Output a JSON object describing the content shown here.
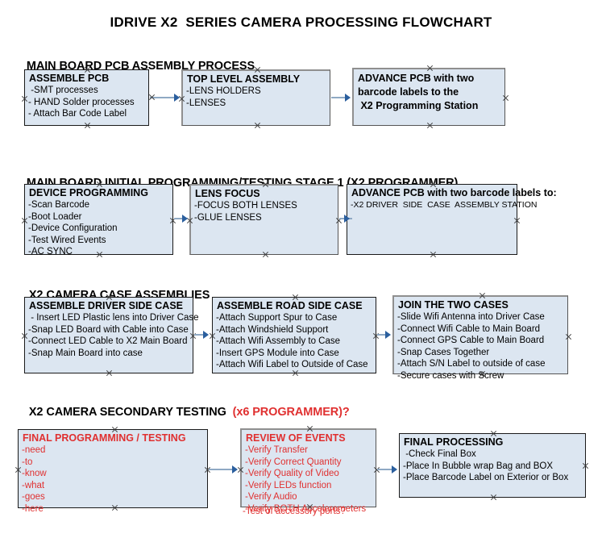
{
  "document": {
    "title": "IDRIVE X2  SERIES CAMERA PROCESSING FLOWCHART"
  },
  "colors": {
    "box_fill": "#dce6f1",
    "box_border": "#1a1a1a",
    "connector_line": "#8fa9c4",
    "arrow_head": "#2b5f9e",
    "accent_red": "#e03030",
    "text": "#000000"
  },
  "sections": [
    {
      "id": "main-board-pcb-assembly-process",
      "header": "MAIN BOARD PCB ASSEMBLY PROCESS",
      "header_accent": "",
      "boxes": [
        {
          "id": "assemble-pcb",
          "title": "ASSEMBLE PCB",
          "title_lines": [
            "ASSEMBLE PCB"
          ],
          "lines": [
            " -SMT processes",
            "- HAND Solder processes",
            "- Attach Bar Code Label"
          ]
        },
        {
          "id": "top-level-assembly",
          "title": "TOP LEVEL ASSEMBLY",
          "title_lines": [
            "TOP LEVEL ASSEMBLY"
          ],
          "lines": [
            "-LENS HOLDERS",
            "-LENSES"
          ]
        },
        {
          "id": "advance-pcb-to-x2-programming-station",
          "title": "ADVANCE PCB with two barcode labels to the  X2 Programming Station",
          "title_lines": [
            "ADVANCE PCB with two",
            "barcode labels to the",
            " X2 Programming Station"
          ],
          "lines": []
        }
      ]
    },
    {
      "id": "main-board-initial-programming-testing-stage-1",
      "header": "MAIN BOARD INITIAL PROGRAMMING/TESTING STAGE 1 (X2 PROGRAMMER)",
      "header_accent": "",
      "boxes": [
        {
          "id": "device-programming",
          "title": "DEVICE PROGRAMMING",
          "title_lines": [
            "DEVICE PROGRAMMING"
          ],
          "lines": [
            "-Scan Barcode",
            "-Boot Loader",
            "-Device Configuration",
            "-Test Wired Events",
            "-AC SYNC"
          ]
        },
        {
          "id": "lens-focus",
          "title": "LENS FOCUS",
          "title_lines": [
            "LENS FOCUS"
          ],
          "lines": [
            "-FOCUS BOTH LENSES",
            "-GLUE LENSES"
          ]
        },
        {
          "id": "advance-pcb-to-driver-side-case-assembly",
          "title": "ADVANCE PCB with two barcode labels to:",
          "title_lines": [
            "ADVANCE PCB with two barcode labels to:"
          ],
          "lines": [
            "-X2 DRIVER  SIDE  CASE  ASSEMBLY STATION"
          ]
        }
      ]
    },
    {
      "id": "x2-camera-case-assemblies",
      "header": "X2 CAMERA CASE ASSEMBLIES",
      "header_accent": "",
      "boxes": [
        {
          "id": "assemble-driver-side-case",
          "title": "ASSEMBLE DRIVER SIDE CASE",
          "title_lines": [
            "ASSEMBLE DRIVER SIDE CASE"
          ],
          "lines": [
            " - Insert LED Plastic lens into Driver Case",
            "-Snap LED Board with Cable into Case",
            "-Connect LED Cable to X2 Main Board",
            "-Snap Main Board into case"
          ]
        },
        {
          "id": "assemble-road-side-case",
          "title": "ASSEMBLE ROAD SIDE CASE",
          "title_lines": [
            "ASSEMBLE ROAD SIDE CASE"
          ],
          "lines": [
            "-Attach Support Spur to Case",
            "-Attach Windshield Support",
            "-Attach Wifi Assembly to Case",
            "-Insert GPS Module into Case",
            "-Attach Wifi Label to Outside of Case"
          ]
        },
        {
          "id": "join-the-two-cases",
          "title": "JOIN THE TWO CASES",
          "title_lines": [
            "JOIN THE TWO CASES"
          ],
          "lines": [
            "-Slide Wifi Antenna into Driver Case",
            "-Connect Wifi Cable to Main Board",
            "-Connect GPS Cable to Main Board",
            "-Snap Cases Together",
            "-Attach S/N Label to outside of case",
            "-Secure cases with Screw"
          ]
        }
      ]
    },
    {
      "id": "x2-camera-secondary-testing",
      "header": "X2 CAMERA SECONDARY TESTING  ",
      "header_accent": "(x6 PROGRAMMER)?",
      "boxes": [
        {
          "id": "final-programming-testing",
          "title": "FINAL PROGRAMMING / TESTING",
          "title_lines": [
            "FINAL PROGRAMMING / TESTING"
          ],
          "lines": [
            "-need",
            "-to",
            "-know",
            "-what",
            "-goes",
            "-here"
          ]
        },
        {
          "id": "review-of-events",
          "title": "REVIEW OF EVENTS",
          "title_lines": [
            "REVIEW OF EVENTS"
          ],
          "lines": [
            "-Verify Transfer",
            "-Verify Correct Quantity",
            "-Verify Quality of Video",
            "-Verify LEDs function",
            "-Verify Audio",
            "-Verify BOTH Accelerometers"
          ],
          "overflow_line": "-Test of accessory ports?"
        },
        {
          "id": "final-processing",
          "title": "FINAL PROCESSING",
          "title_lines": [
            "FINAL PROCESSING"
          ],
          "lines": [
            " -Check Final Box",
            "-Place In Bubble wrap Bag and BOX",
            "-Place Barcode Label on Exterior or Box"
          ]
        }
      ]
    }
  ]
}
